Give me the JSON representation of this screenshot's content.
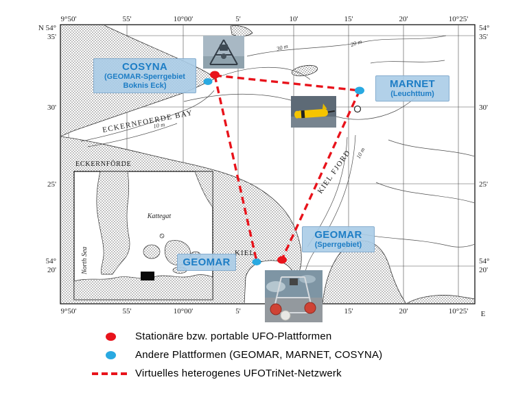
{
  "axis": {
    "top": [
      "9°50'",
      "55'",
      "10°00'",
      "5'",
      "10'",
      "15'",
      "20'",
      "10°25'"
    ],
    "bottom": [
      "9°50'",
      "55'",
      "10°00'",
      "5'",
      "10'",
      "15'",
      "20'",
      "10°25'"
    ],
    "left": [
      "N 54°",
      "35'",
      "30'",
      "25'",
      "54°",
      "20'"
    ],
    "right": [
      "54°",
      "35'",
      "30'",
      "25'",
      "54°",
      "20'"
    ],
    "east": "E"
  },
  "geo": {
    "bay": "ECKERNFOERDE BAY",
    "fjord": "KIEL FJORD",
    "city_eckernfoerde": "ECKERNFÖRDE",
    "city_kiel": "KIEL",
    "depth_bay": "10 m",
    "depth_fjord": "10 m",
    "depth_20": "20 m",
    "depth_30": "30 m"
  },
  "inset": {
    "kattegat": "Kattegat",
    "north_sea": "North Sea"
  },
  "stations": {
    "cosyna": {
      "title": "COSYNA",
      "subtitle1": "(GEOMAR-Sperrgebiet",
      "subtitle2": "Boknis Eck)"
    },
    "marnet": {
      "title": "MARNET",
      "subtitle": "(Leuchttum)"
    },
    "geomar_sperrgebiet": {
      "title": "GEOMAR",
      "subtitle": "(Sperrgebiet)"
    },
    "geomar": {
      "title": "GEOMAR"
    }
  },
  "legend": {
    "items": [
      {
        "symbol": "red-dot",
        "label": "Stationäre bzw. portable UFO-Plattformen"
      },
      {
        "symbol": "blue-dot",
        "label": "Andere Plattformen (GEOMAR, MARNET, COSYNA)"
      },
      {
        "symbol": "red-dashed-line",
        "label": "Virtuelles heterogenes UFOTriNet-Netzwerk"
      }
    ]
  },
  "colors": {
    "ufo_platform_red": "#e8131b",
    "other_platform_blue": "#29a9e1",
    "network_line_red": "#e8131b",
    "station_box_bg": "#aaccE7",
    "station_text_blue": "#1d7dc5"
  }
}
